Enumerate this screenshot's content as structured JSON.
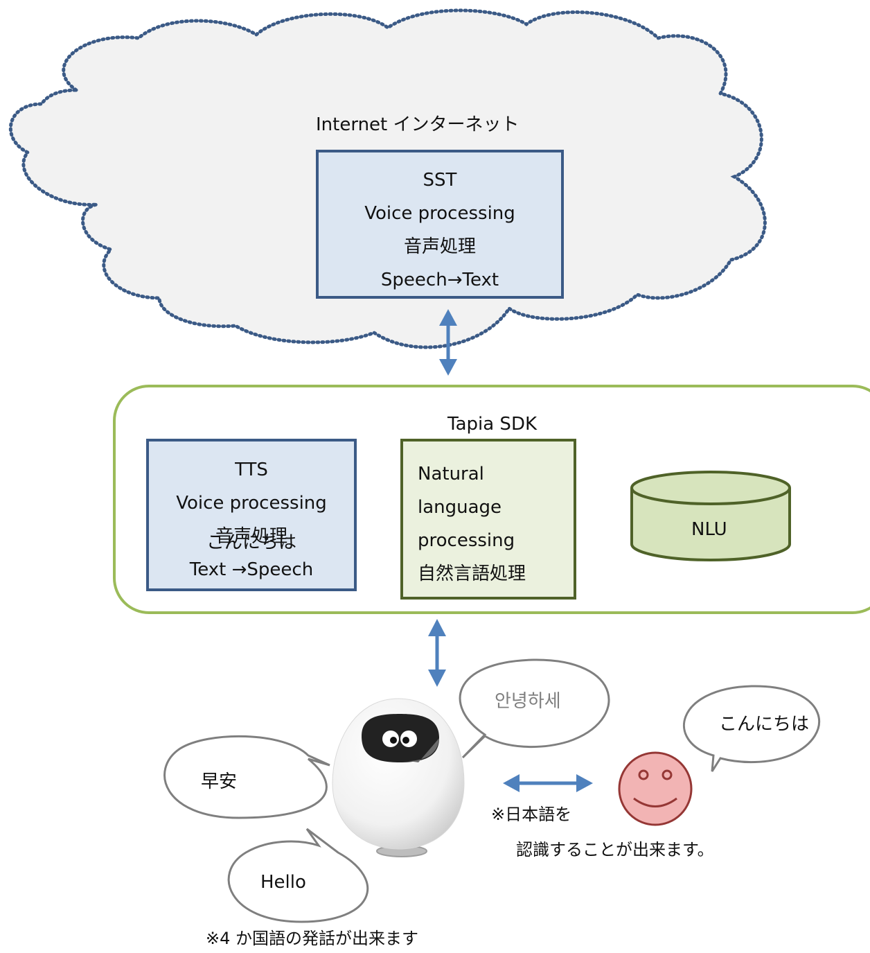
{
  "cloud": {
    "title": "Internet インターネット",
    "sst_box": {
      "lines": [
        "SST",
        "Voice processing",
        "音声処理",
        "Speech→Text"
      ]
    }
  },
  "sdk": {
    "title": "Tapia SDK",
    "tts_box": {
      "lines": [
        "TTS",
        "Voice processing",
        "音声処理",
        "Text →Speech"
      ]
    },
    "nlp_box": {
      "lines": [
        "Natural",
        "language",
        "processing",
        "自然言語処理"
      ]
    },
    "nlu_label": "NLU"
  },
  "bubbles": {
    "konnichiwa_left": "こんにちは",
    "korean": "안녕하세",
    "chinese": "早安",
    "english": "Hello",
    "konnichiwa_person": "こんにちは"
  },
  "notes": {
    "japanese_recognition_1": "※日本語を",
    "japanese_recognition_2": "認識することが出来ます。",
    "four_languages": "※4 か国語の発話が出来ます"
  },
  "colors": {
    "cloud_stroke": "#3b5a86",
    "arrow": "#4f81bd",
    "sdk_border": "#9bbb59",
    "blue_box_fill": "#dce6f2",
    "green_box_fill": "#ebf1de",
    "nlu_fill": "#d7e4bd",
    "smiley_fill": "#f2b4b4",
    "smiley_stroke": "#953735"
  }
}
